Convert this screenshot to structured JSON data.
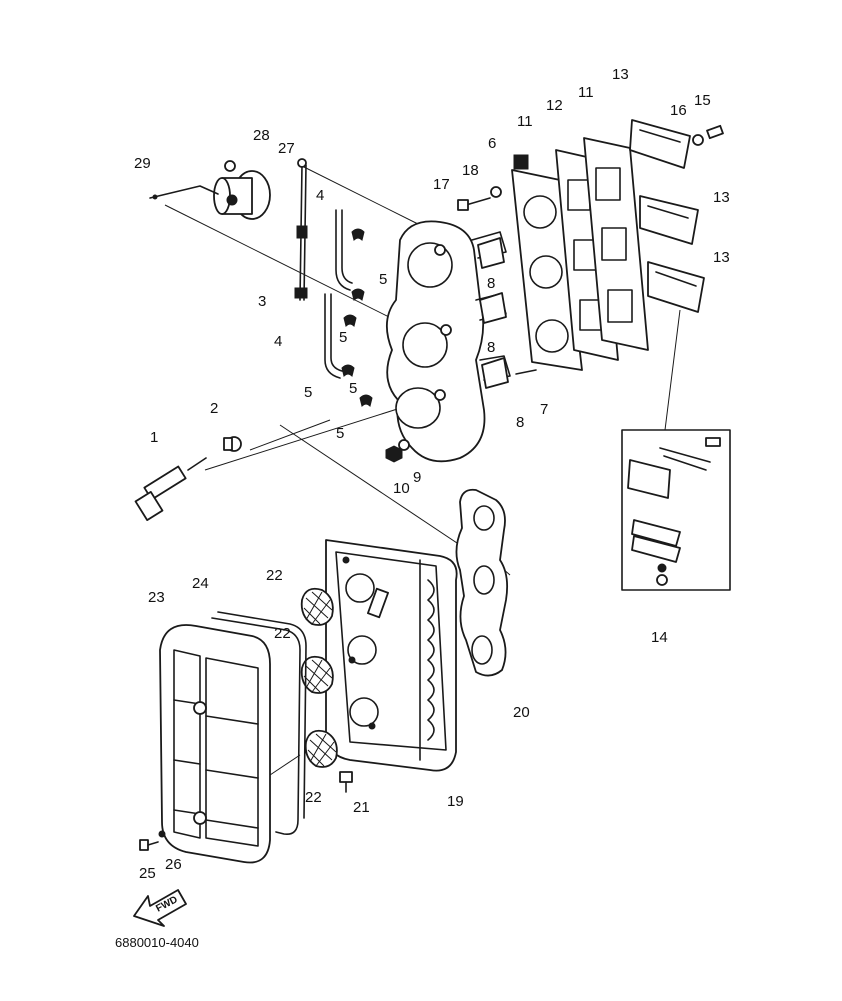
{
  "diagram": {
    "part_code": "6880010-4040",
    "fwd_label": "FWD",
    "callouts": [
      "1",
      "2",
      "3",
      "4",
      "4",
      "5",
      "5",
      "5",
      "5",
      "5",
      "6",
      "7",
      "8",
      "8",
      "8",
      "9",
      "10",
      "11",
      "11",
      "12",
      "13",
      "13",
      "13",
      "14",
      "15",
      "16",
      "17",
      "18",
      "19",
      "20",
      "21",
      "22",
      "22",
      "22",
      "23",
      "24",
      "25",
      "26",
      "27",
      "28",
      "29"
    ]
  }
}
